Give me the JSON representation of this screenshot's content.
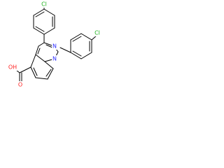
{
  "diagram": {
    "colors": {
      "bond": "#000000",
      "chlorine": "#1db31d",
      "nitrogen": "#2b2bff",
      "oxygen": "#ff2020",
      "background": "#ffffff"
    },
    "labels": {
      "cl_left": "Cl",
      "cl_right": "Cl",
      "n_upper": "N",
      "n_lower": "N",
      "acid": "OH",
      "carbonyl_o": "O"
    }
  }
}
